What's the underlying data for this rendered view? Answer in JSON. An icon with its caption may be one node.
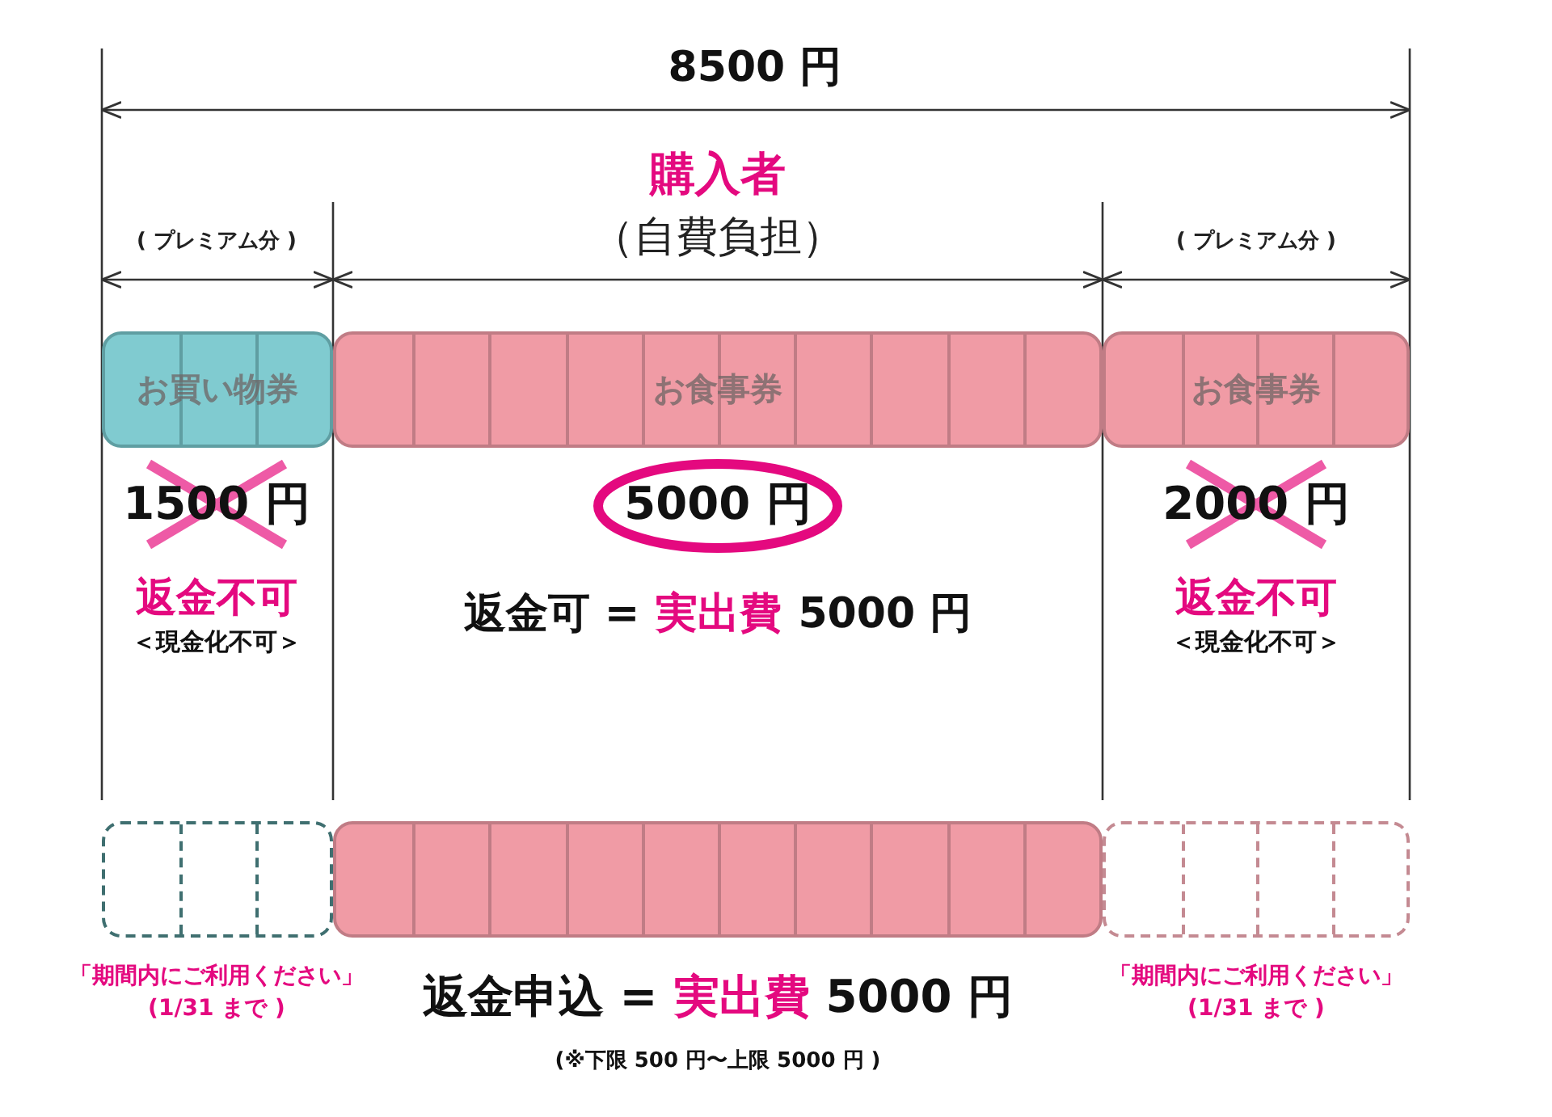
{
  "diagram": {
    "nodes": [
      {
        "text": [
          "お買い物券"
        ]
      },
      {
        "text": [
          "お食事券"
        ]
      },
      {
        "text": [
          "お食事券"
        ]
      },
      {
        "text": [],
        "shape": "bar"
      },
      {
        "text": [],
        "shape": "bar"
      },
      {
        "text": [],
        "shape": "bar"
      }
    ],
    "labels": [
      "8500 円",
      "購入者",
      "（自費負担）",
      "( プレミアム分 )",
      "( プレミアム分 )",
      "1500 円",
      "5000 円",
      "2000 円",
      "返金不可",
      "返金可 =",
      "実出費",
      "5000 円",
      "返金不可",
      "＜現金化不可＞",
      "＜現金化不可＞",
      "「期間内にご利用ください」",
      "返金申込 =",
      "実出費",
      "5000 円",
      "「期間内にご利用ください」",
      "(1/31 まで )",
      "(1/31 まで )",
      "(※下限 500 円〜上限 5000 円 )"
    ]
  }
}
